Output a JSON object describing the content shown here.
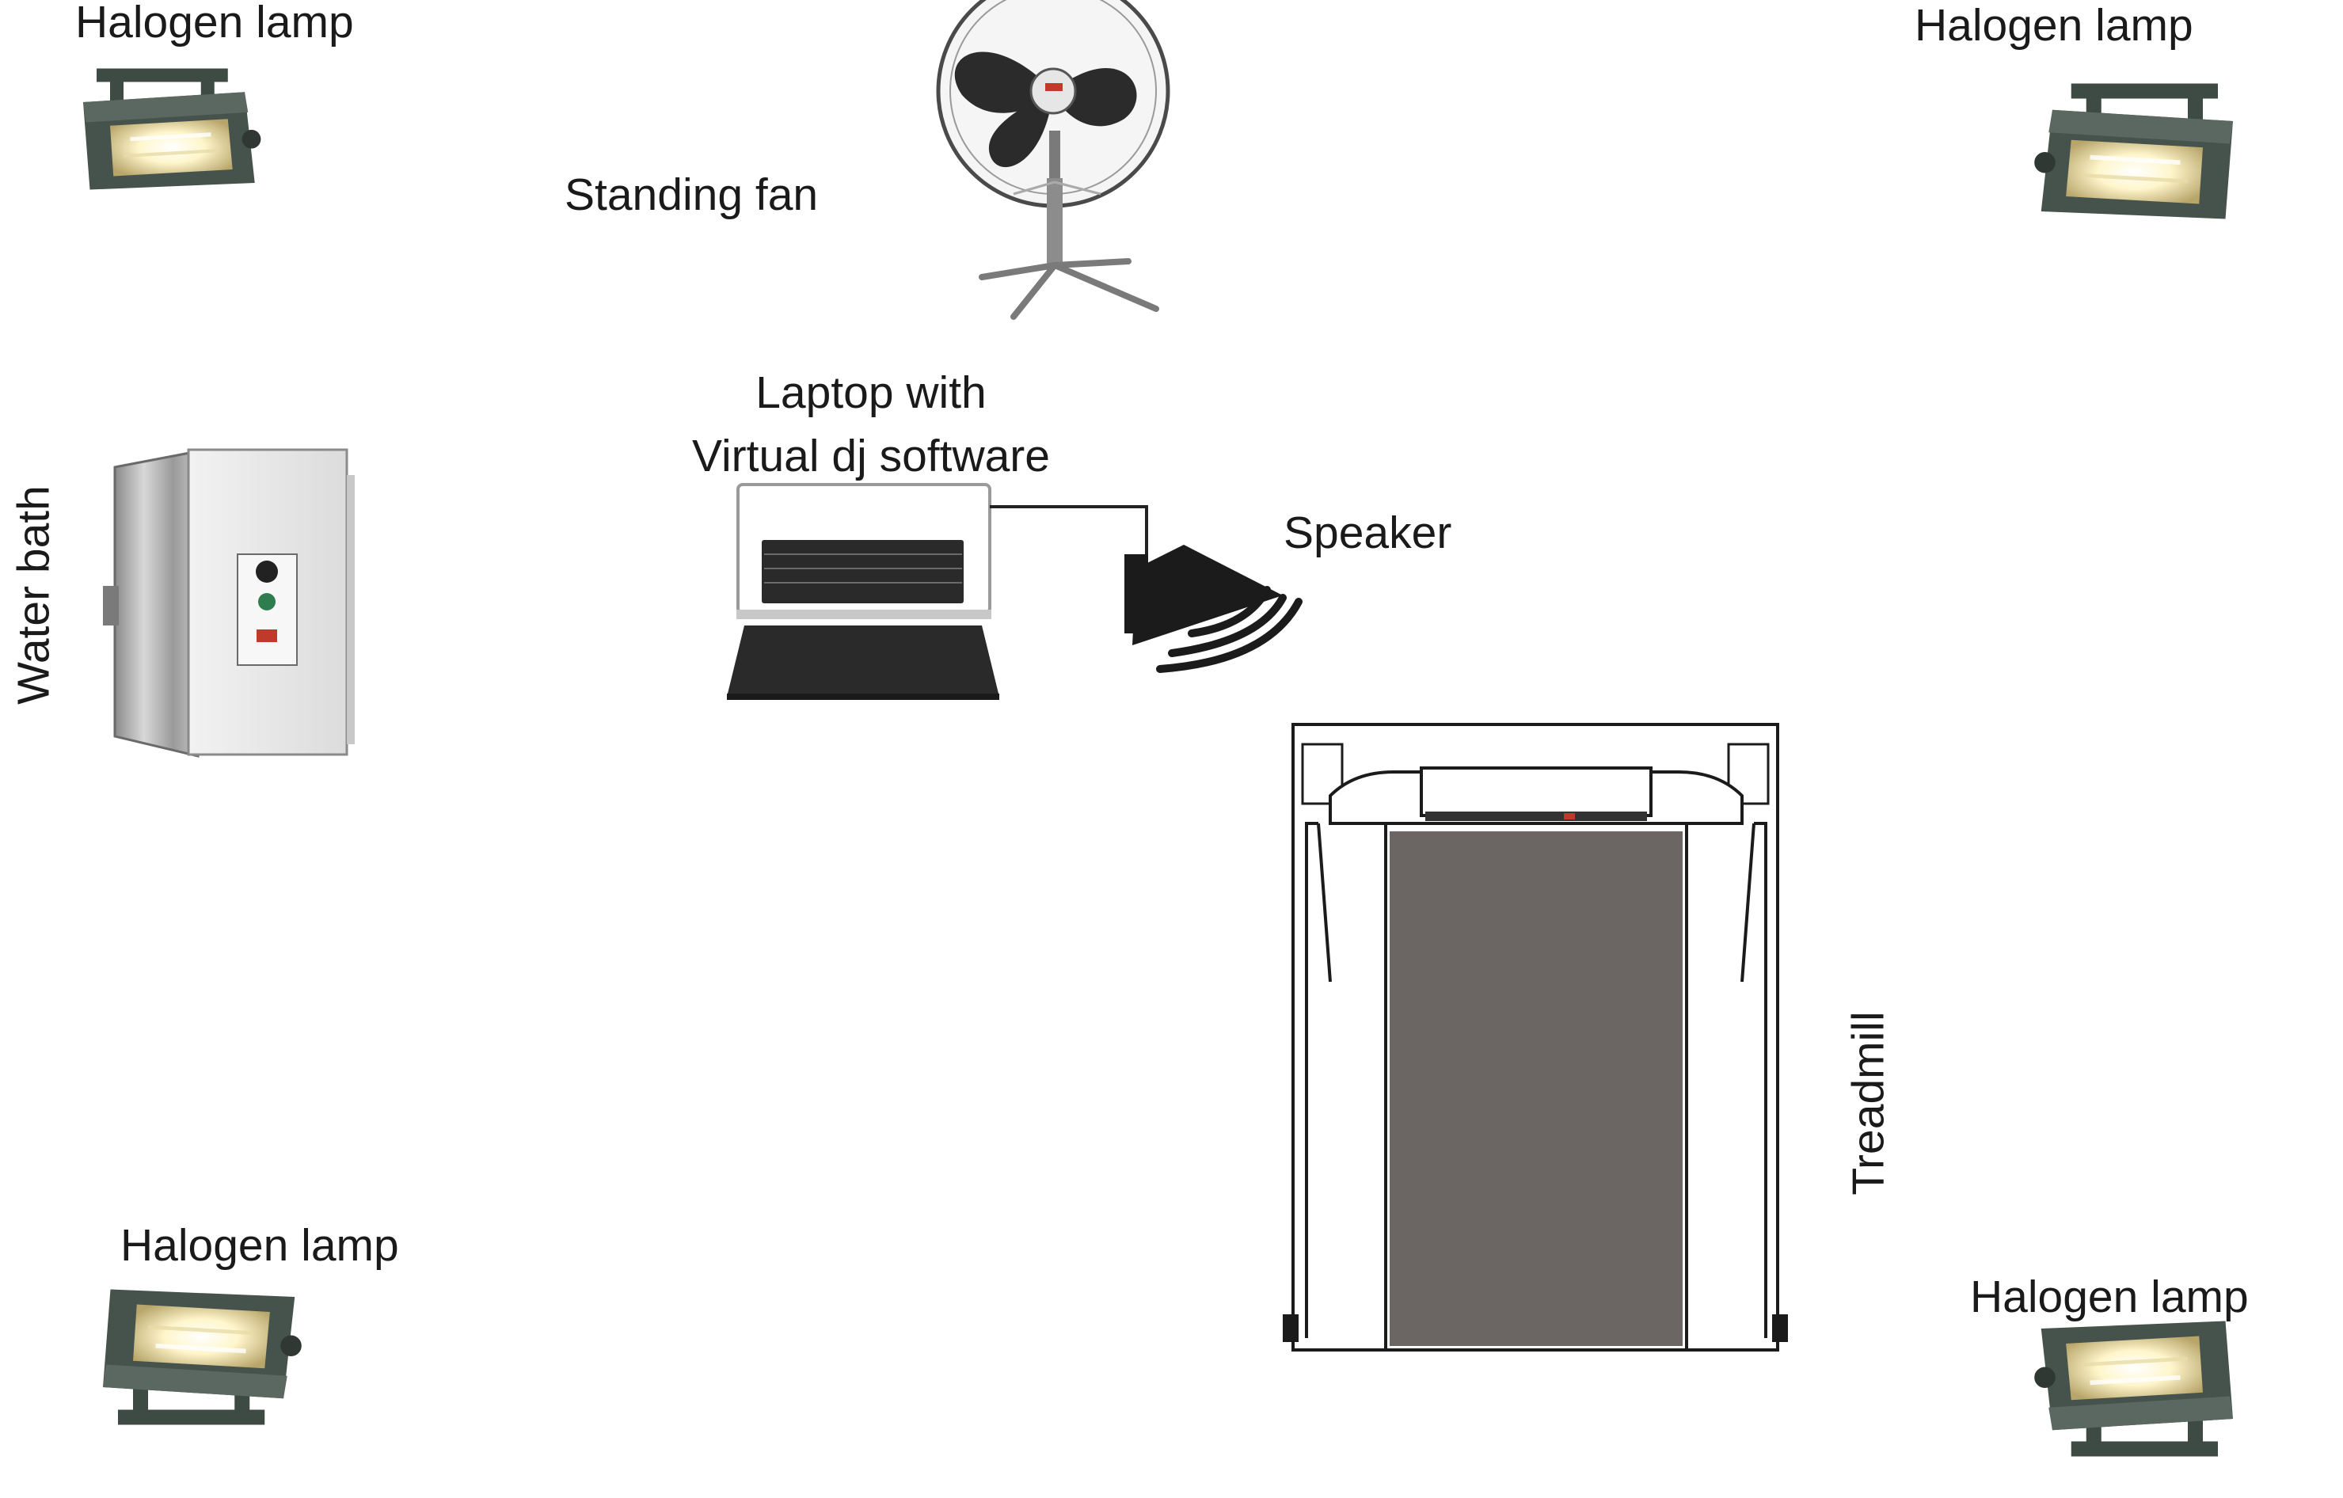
{
  "diagram": {
    "labels": {
      "lamp_top_left": "Halogen lamp",
      "lamp_top_right": "Halogen lamp",
      "lamp_bottom_left": "Halogen lamp",
      "lamp_bottom_right": "Halogen lamp",
      "fan": "Standing fan",
      "laptop_line1": "Laptop with",
      "laptop_line2": "Virtual dj software",
      "speaker": "Speaker",
      "water_bath": "Water bath",
      "treadmill": "Treadmill"
    },
    "colors": {
      "lamp_body": "#3e4a44",
      "lamp_glow": "#fff6cc",
      "belt": "#6b6663",
      "metal": "#b9b9b9",
      "text": "#1a1a1a"
    },
    "icons": [
      "halogen-lamp",
      "standing-fan",
      "laptop",
      "speaker",
      "water-bath",
      "treadmill"
    ]
  }
}
